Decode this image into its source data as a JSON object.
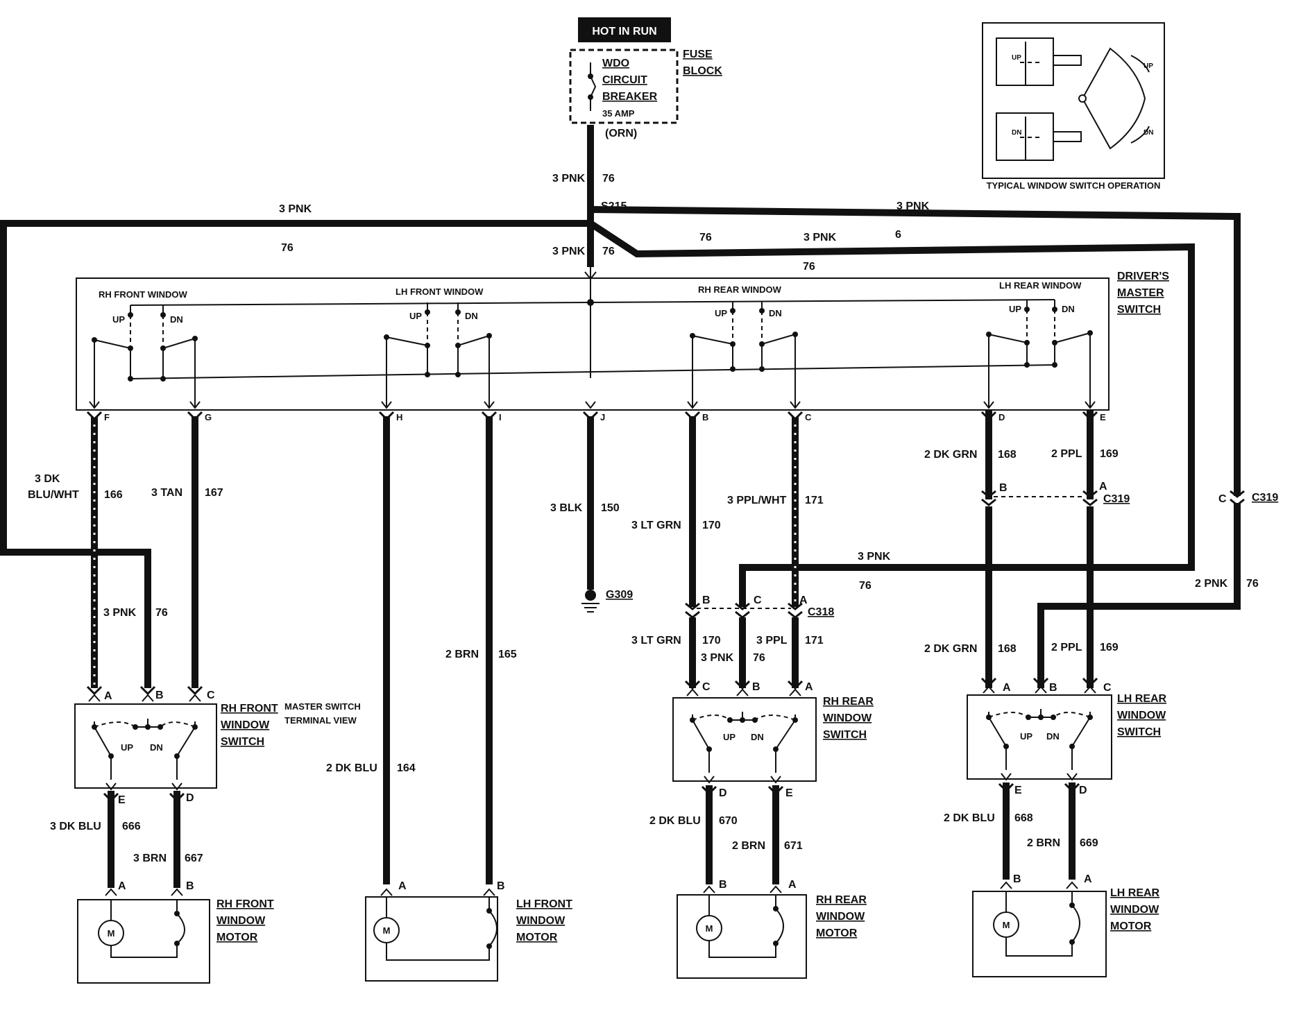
{
  "power": {
    "hot_label": "HOT IN RUN",
    "breaker_l1": "WDO",
    "breaker_l2": "CIRCUIT",
    "breaker_l3": "BREAKER",
    "breaker_amp": "35 AMP",
    "fuse_l1": "FUSE",
    "fuse_l2": "BLOCK",
    "orn": "(ORN)"
  },
  "inset": {
    "caption": "TYPICAL WINDOW SWITCH OPERATION",
    "up": "UP",
    "dn": "DN"
  },
  "splice": "S215",
  "ground": "G309",
  "master": {
    "l1": "DRIVER'S",
    "l2": "MASTER",
    "l3": "SWITCH",
    "rh_front": "RH FRONT WINDOW",
    "lh_front": "LH FRONT WINDOW",
    "rh_rear": "RH REAR WINDOW",
    "lh_rear": "LH REAR WINDOW",
    "up": "UP",
    "dn": "DN"
  },
  "connectors": {
    "c318": "C318",
    "c319": "C319"
  },
  "pins": {
    "a": "A",
    "b": "B",
    "c": "C",
    "d": "D",
    "e": "E",
    "f": "F",
    "g": "G",
    "h": "H",
    "i": "I",
    "j": "J"
  },
  "wires": {
    "pnk3": "3 PNK",
    "pnk2": "2 PNK",
    "n76": "76",
    "n6": "6",
    "blu_wht_l1": "3 DK",
    "blu_wht_l2": "BLU/WHT",
    "n166": "166",
    "tan3": "3 TAN",
    "n167": "167",
    "blk3": "3 BLK",
    "n150": "150",
    "ltgrn3": "3 LT GRN",
    "n170": "170",
    "pplwht3": "3 PPL/WHT",
    "n171": "171",
    "dkgrn2": "2 DK GRN",
    "n168": "168",
    "ppl2": "2 PPL",
    "n169": "169",
    "brn2": "2 BRN",
    "n165": "165",
    "dkblu2": "2 DK BLU",
    "n164": "164",
    "ppl3": "3 PPL",
    "dkblu3": "3 DK BLU",
    "n666": "666",
    "brn3": "3 BRN",
    "n667": "667",
    "n670": "670",
    "n671": "671",
    "n668": "668",
    "n669": "669"
  },
  "switches": {
    "rh_front": {
      "l1": "RH FRONT",
      "l2": "WINDOW",
      "l3": "SWITCH",
      "view1": "MASTER SWITCH",
      "view2": "TERMINAL VIEW"
    },
    "rh_rear": {
      "l1": "RH REAR",
      "l2": "WINDOW",
      "l3": "SWITCH"
    },
    "lh_rear": {
      "l1": "LH REAR",
      "l2": "WINDOW",
      "l3": "SWITCH"
    }
  },
  "motors": {
    "m": "M",
    "rh_front": {
      "l1": "RH FRONT",
      "l2": "WINDOW",
      "l3": "MOTOR"
    },
    "lh_front": {
      "l1": "LH FRONT",
      "l2": "WINDOW",
      "l3": "MOTOR"
    },
    "rh_rear": {
      "l1": "RH REAR",
      "l2": "WINDOW",
      "l3": "MOTOR"
    },
    "lh_rear": {
      "l1": "LH REAR",
      "l2": "WINDOW",
      "l3": "MOTOR"
    }
  }
}
